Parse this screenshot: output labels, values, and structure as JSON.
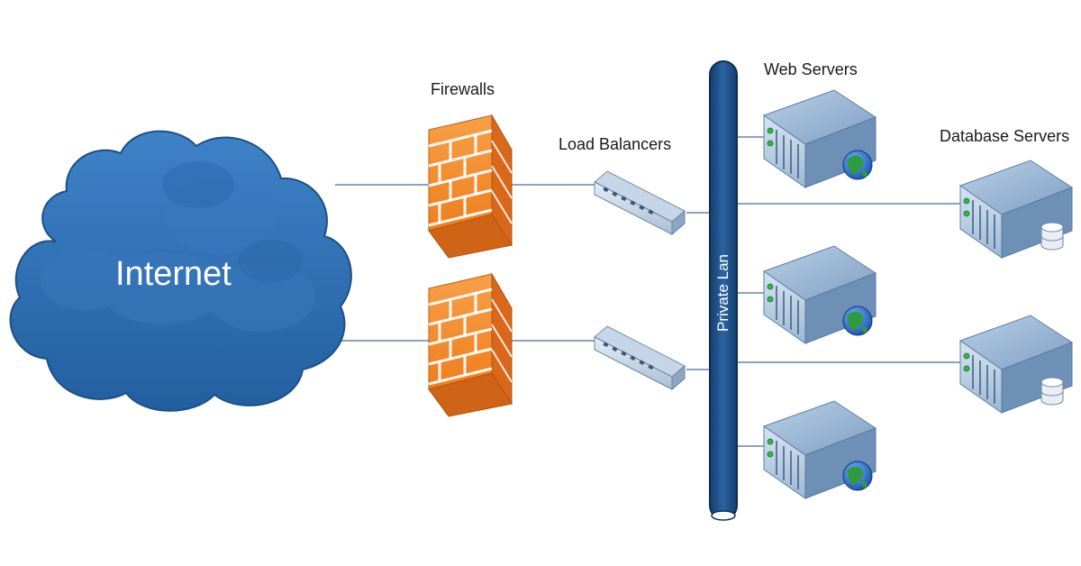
{
  "labels": {
    "internet": "Internet",
    "firewalls": "Firewalls",
    "load_balancers": "Load Balancers",
    "private_lan": "Private Lan",
    "web_servers": "Web Servers",
    "database_servers": "Database Servers"
  },
  "colors": {
    "cloud": "#2f6fb6",
    "cloud_dark": "#1e5a9c",
    "firewall": "#f08a2c",
    "firewall_side": "#d86a12",
    "lan_bus": "#1e4f86",
    "server": "#7da0c4",
    "connector_line": "#7f9fbf",
    "globe": "#2e8b3a"
  },
  "nodes": {
    "firewalls": 2,
    "load_balancers": 2,
    "web_servers": 3,
    "database_servers": 2
  }
}
